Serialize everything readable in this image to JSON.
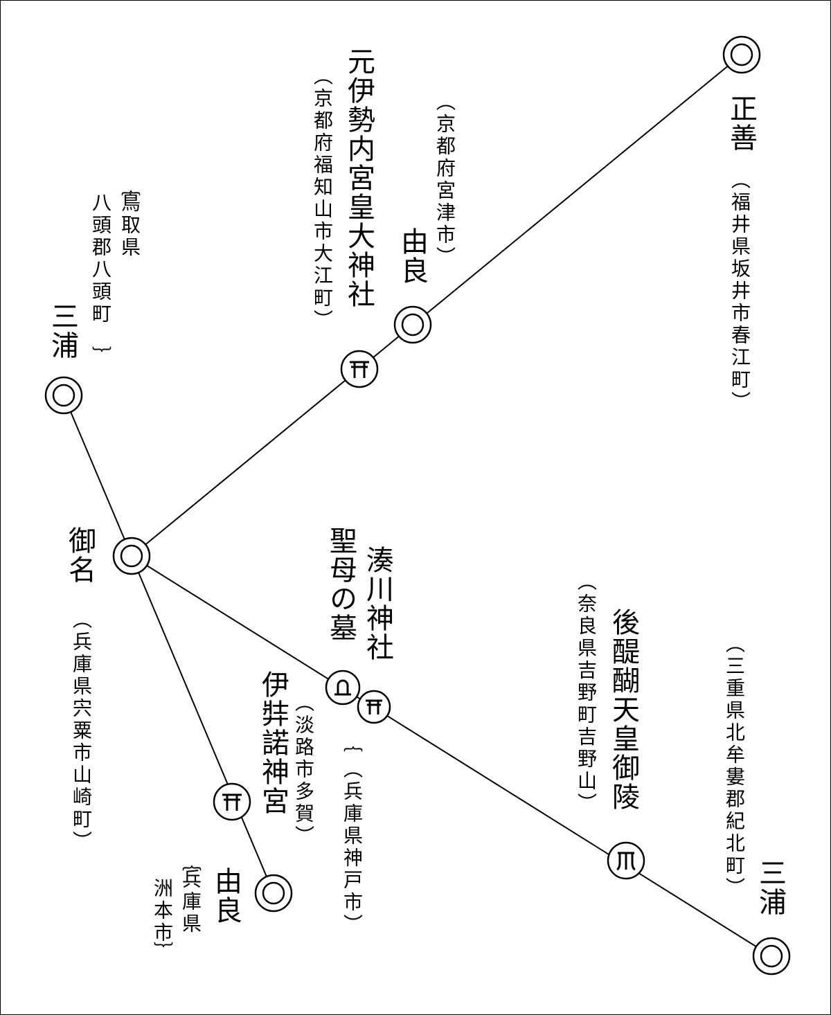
{
  "colors": {
    "line": "#000000",
    "background": "#ffffff"
  },
  "stations": {
    "mikuni": {
      "name": "御名",
      "location": "（兵庫県宍粟市山崎町）"
    },
    "miura_nw": {
      "name": "三浦",
      "location_line1": "鳥取県",
      "location_line2": "八頭郡八頭町",
      "bracket_top": "︷",
      "bracket_bottom": "︸"
    },
    "motoise": {
      "name": "元伊勢内宮皇大神社",
      "location": "（京都府福知山市大江町）"
    },
    "yura_n": {
      "name": "由良",
      "location": "（京都府宮津市）"
    },
    "shozen": {
      "name": "正善",
      "location": "（福井県坂井市春江町）"
    },
    "seibo": {
      "name": "聖母の墓"
    },
    "minatogawa": {
      "name": "湊川神社",
      "location": "（兵庫県神戸市）",
      "bracket_top": "︷"
    },
    "izanagi": {
      "name": "伊弉諾神宮",
      "location": "（淡路市多賀）"
    },
    "yura_s": {
      "name": "由良",
      "location_line1": "兵庫県",
      "location_line2": "洲本市",
      "bracket_top": "︷",
      "bracket_bottom": "︸"
    },
    "godaigo": {
      "name": "後醍醐天皇御陵",
      "location": "（奈良県吉野町吉野山）"
    },
    "miura_se": {
      "name": "三浦",
      "location": "（三重県北牟婁郡紀北町）"
    }
  },
  "icons": {
    "station_marker": "double-circle-icon",
    "shrine_marker": "torii-icon",
    "tomb_marker": "tomb-icon",
    "imperial_tomb_marker": "imperial-tomb-icon"
  }
}
